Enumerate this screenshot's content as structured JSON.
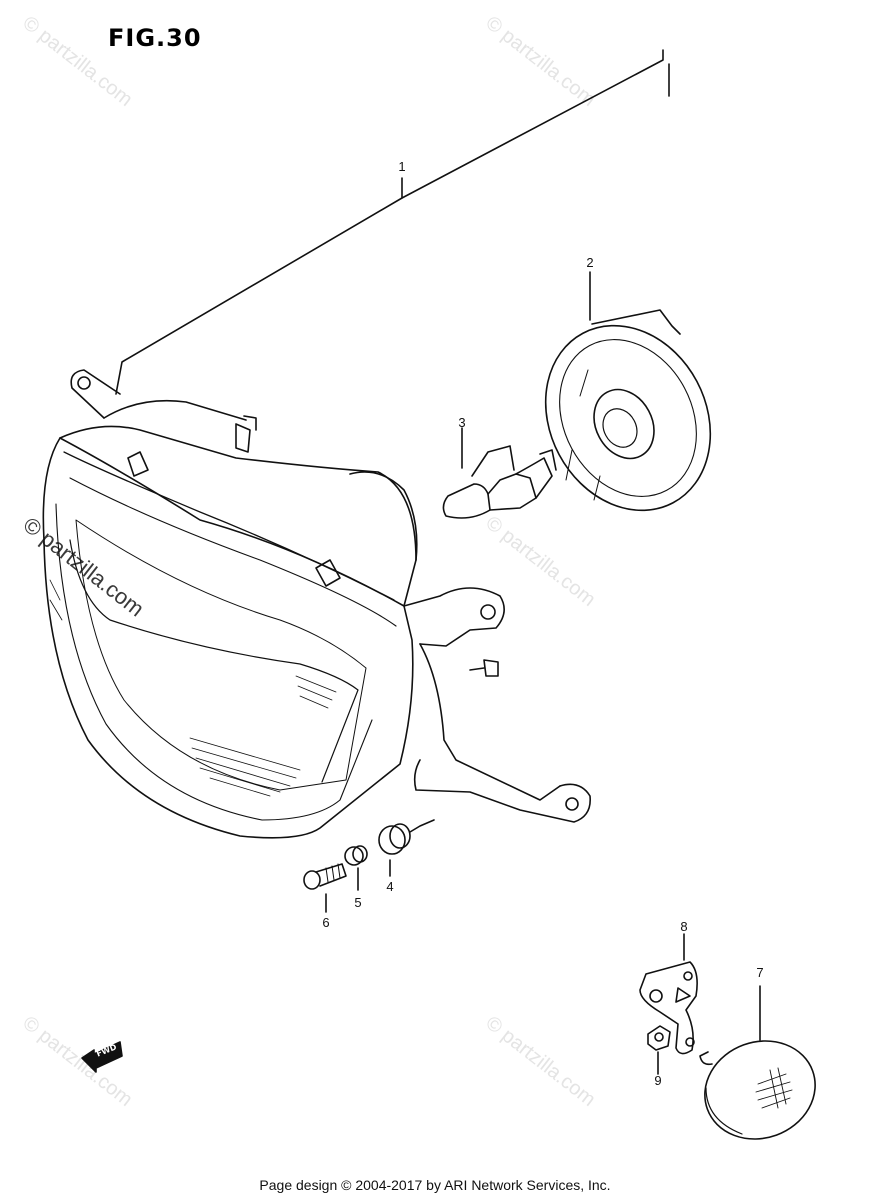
{
  "figure": {
    "title": "FIG.30"
  },
  "callouts": [
    "1",
    "2",
    "3",
    "4",
    "5",
    "6",
    "7",
    "8",
    "9"
  ],
  "direction_tag": "FWD",
  "watermarks": [
    "© partzilla.com",
    "© partzilla.com",
    "© partzilla.com",
    "© partzilla.com",
    "© partzilla.com",
    "© partzilla.com"
  ],
  "footer": {
    "copyright": "Page design © 2004-2017 by ARI Network Services, Inc."
  }
}
